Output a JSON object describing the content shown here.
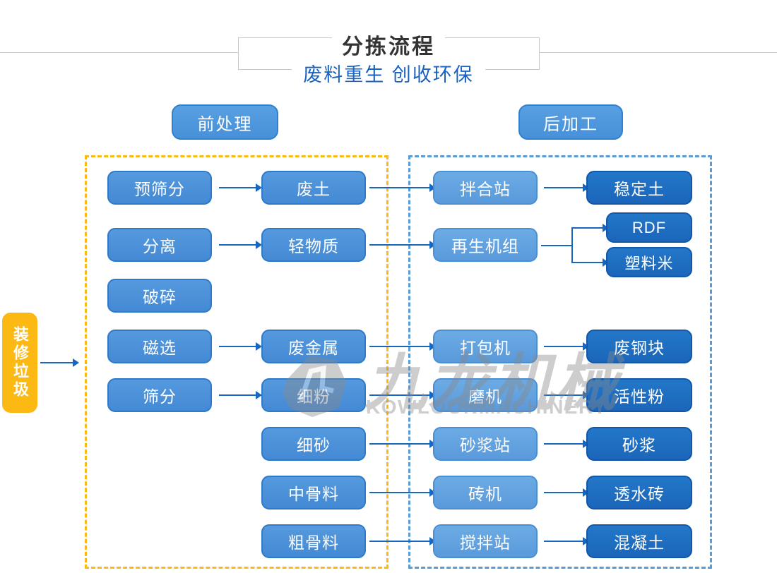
{
  "header": {
    "title": "分拣流程",
    "subtitle": "废料重生 创收环保"
  },
  "groups": {
    "pre_label": "前处理",
    "post_label": "后加工"
  },
  "source_label": "装修垃圾",
  "nodes": {
    "pre_screening": "预筛分",
    "waste_soil": "废土",
    "mixing_station": "拌合站",
    "stabilized_soil": "稳定土",
    "separation": "分离",
    "light_material": "轻物质",
    "recycling_unit": "再生机组",
    "rdf": "RDF",
    "plastic_pellets": "塑料米",
    "crushing": "破碎",
    "magnetic_separation": "磁选",
    "scrap_metal": "废金属",
    "baler": "打包机",
    "scrap_steel": "废钢块",
    "screening": "筛分",
    "fine_powder": "细粉",
    "mill": "磨机",
    "active_powder": "活性粉",
    "fine_sand": "细砂",
    "mortar_station": "砂浆站",
    "mortar": "砂浆",
    "medium_aggregate": "中骨料",
    "brick_machine": "砖机",
    "permeable_brick": "透水砖",
    "coarse_aggregate": "粗骨料",
    "batching_station": "搅拌站",
    "concrete": "混凝土"
  },
  "edges": [
    {
      "from": "装修垃圾",
      "to": "前处理"
    },
    {
      "from": "预筛分",
      "to": "废土"
    },
    {
      "from": "废土",
      "to": "拌合站"
    },
    {
      "from": "拌合站",
      "to": "稳定土"
    },
    {
      "from": "分离",
      "to": "轻物质"
    },
    {
      "from": "轻物质",
      "to": "再生机组"
    },
    {
      "from": "再生机组",
      "to": "RDF"
    },
    {
      "from": "再生机组",
      "to": "塑料米"
    },
    {
      "from": "磁选",
      "to": "废金属"
    },
    {
      "from": "废金属",
      "to": "打包机"
    },
    {
      "from": "打包机",
      "to": "废钢块"
    },
    {
      "from": "筛分",
      "to": "细粉"
    },
    {
      "from": "细粉",
      "to": "磨机"
    },
    {
      "from": "磨机",
      "to": "活性粉"
    },
    {
      "from": "细砂",
      "to": "砂浆站"
    },
    {
      "from": "砂浆站",
      "to": "砂浆"
    },
    {
      "from": "中骨料",
      "to": "砖机"
    },
    {
      "from": "砖机",
      "to": "透水砖"
    },
    {
      "from": "粗骨料",
      "to": "搅拌站"
    },
    {
      "from": "搅拌站",
      "to": "混凝土"
    }
  ],
  "watermark": {
    "cn": "九龙机械",
    "en": "KOWLOONMACHINERY",
    "logo_icon": "jiulong-logo-icon"
  },
  "colors": {
    "node_blue": "#4c92da",
    "node_light_blue": "#61a1df",
    "node_dark_blue": "#1d6dc2",
    "accent_yellow": "#fcb813",
    "dashed_blue": "#5b9bd5",
    "arrow_blue": "#1767c0",
    "subtitle_blue": "#1b63c0",
    "title_dark": "#333333"
  }
}
